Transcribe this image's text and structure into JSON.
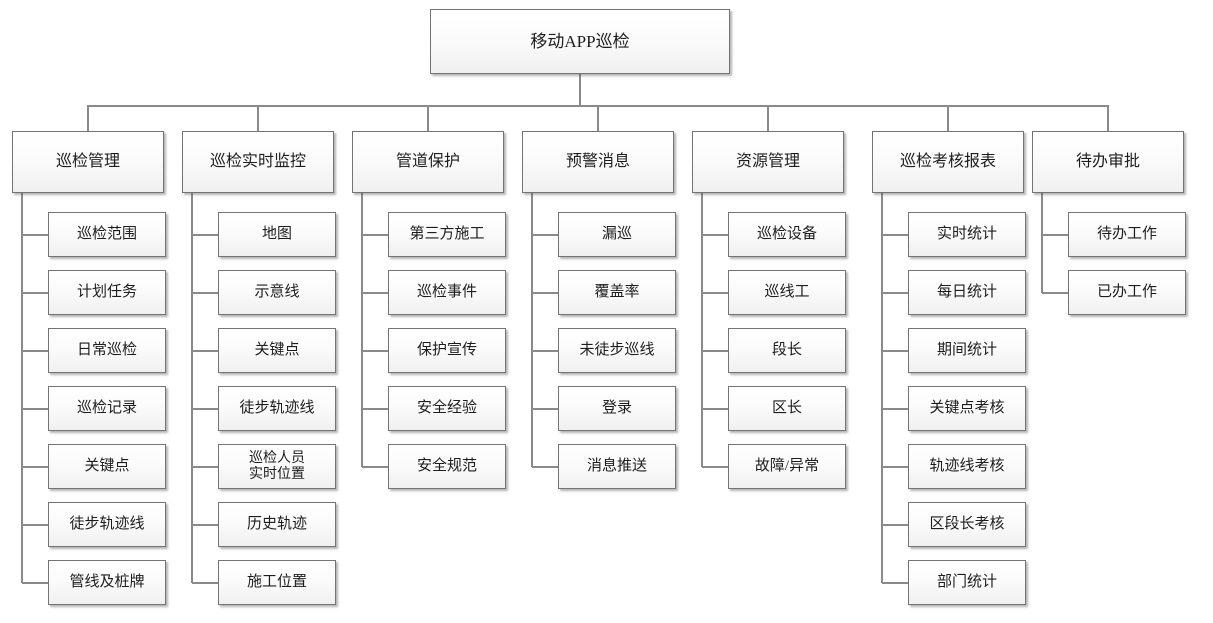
{
  "diagram": {
    "type": "org-tree",
    "title": "移动APP巡检",
    "root": {
      "label": "移动APP巡检"
    },
    "branches": [
      {
        "label": "巡检管理",
        "children": [
          {
            "label": "巡检范围"
          },
          {
            "label": "计划任务"
          },
          {
            "label": "日常巡检"
          },
          {
            "label": "巡检记录"
          },
          {
            "label": "关键点"
          },
          {
            "label": "徒步轨迹线"
          },
          {
            "label": "管线及桩牌"
          }
        ]
      },
      {
        "label": "巡检实时监控",
        "children": [
          {
            "label": "地图"
          },
          {
            "label": "示意线"
          },
          {
            "label": "关键点"
          },
          {
            "label": "徒步轨迹线"
          },
          {
            "label": "巡检人员\n实时位置"
          },
          {
            "label": "历史轨迹"
          },
          {
            "label": "施工位置"
          }
        ]
      },
      {
        "label": "管道保护",
        "children": [
          {
            "label": "第三方施工"
          },
          {
            "label": "巡检事件"
          },
          {
            "label": "保护宣传"
          },
          {
            "label": "安全经验"
          },
          {
            "label": "安全规范"
          }
        ]
      },
      {
        "label": "预警消息",
        "children": [
          {
            "label": "漏巡"
          },
          {
            "label": "覆盖率"
          },
          {
            "label": "未徒步巡线"
          },
          {
            "label": "登录"
          },
          {
            "label": "消息推送"
          }
        ]
      },
      {
        "label": "资源管理",
        "children": [
          {
            "label": "巡检设备"
          },
          {
            "label": "巡线工"
          },
          {
            "label": "段长"
          },
          {
            "label": "区长"
          },
          {
            "label": "故障/异常"
          }
        ]
      },
      {
        "label": "巡检考核报表",
        "children": [
          {
            "label": "实时统计"
          },
          {
            "label": "每日统计"
          },
          {
            "label": "期间统计"
          },
          {
            "label": "关键点考核"
          },
          {
            "label": "轨迹线考核"
          },
          {
            "label": "区段长考核"
          },
          {
            "label": "部门统计"
          }
        ]
      },
      {
        "label": "待办审批",
        "children": [
          {
            "label": "待办工作"
          },
          {
            "label": "已办工作"
          }
        ]
      }
    ],
    "colors": {
      "box_border": "#747474",
      "box_fill_top": "#ffffff",
      "box_fill_bottom": "#f0f0f0",
      "connector": "#8a8a8a",
      "text": "#1d1d1d",
      "background": "#ffffff"
    }
  }
}
